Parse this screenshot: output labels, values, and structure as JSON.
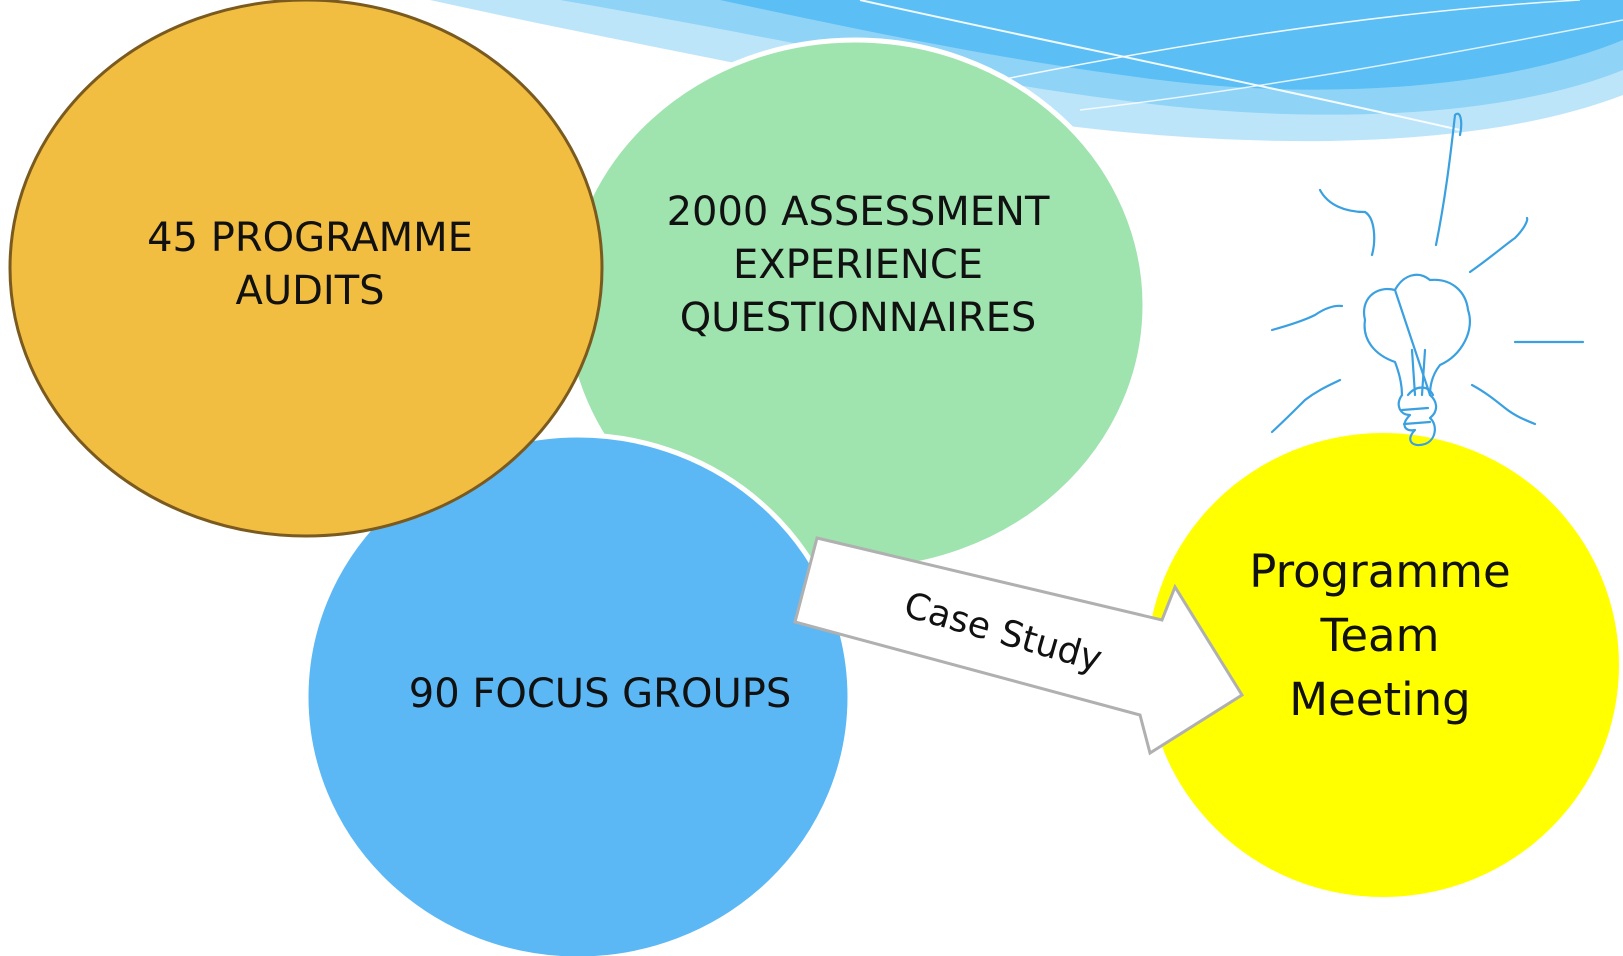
{
  "diagram": {
    "nodes": [
      {
        "id": "programme-audits",
        "label": "45 PROGRAMME\nAUDITS",
        "color": "#F2BE41",
        "border": "#7A5A1E"
      },
      {
        "id": "questionnaires",
        "label": "2000 ASSESSMENT\nEXPERIENCE\nQUESTIONNAIRES",
        "color": "#9FE3AF"
      },
      {
        "id": "focus-groups",
        "label": "90 FOCUS GROUPS",
        "color": "#5CB8F5"
      },
      {
        "id": "team-meeting",
        "label": "Programme\nTeam\nMeeting",
        "color": "#FFFF00"
      }
    ],
    "arrow": {
      "label": "Case Study",
      "from": "focus-groups",
      "to": "team-meeting"
    }
  },
  "decoration": {
    "banner_colors": [
      "#5BBEF5",
      "#8FD3F7",
      "#BDE5FA"
    ],
    "lightbulb_color": "#3AA0E0",
    "lightbulb_icon": "lightbulb-sketch-icon"
  }
}
